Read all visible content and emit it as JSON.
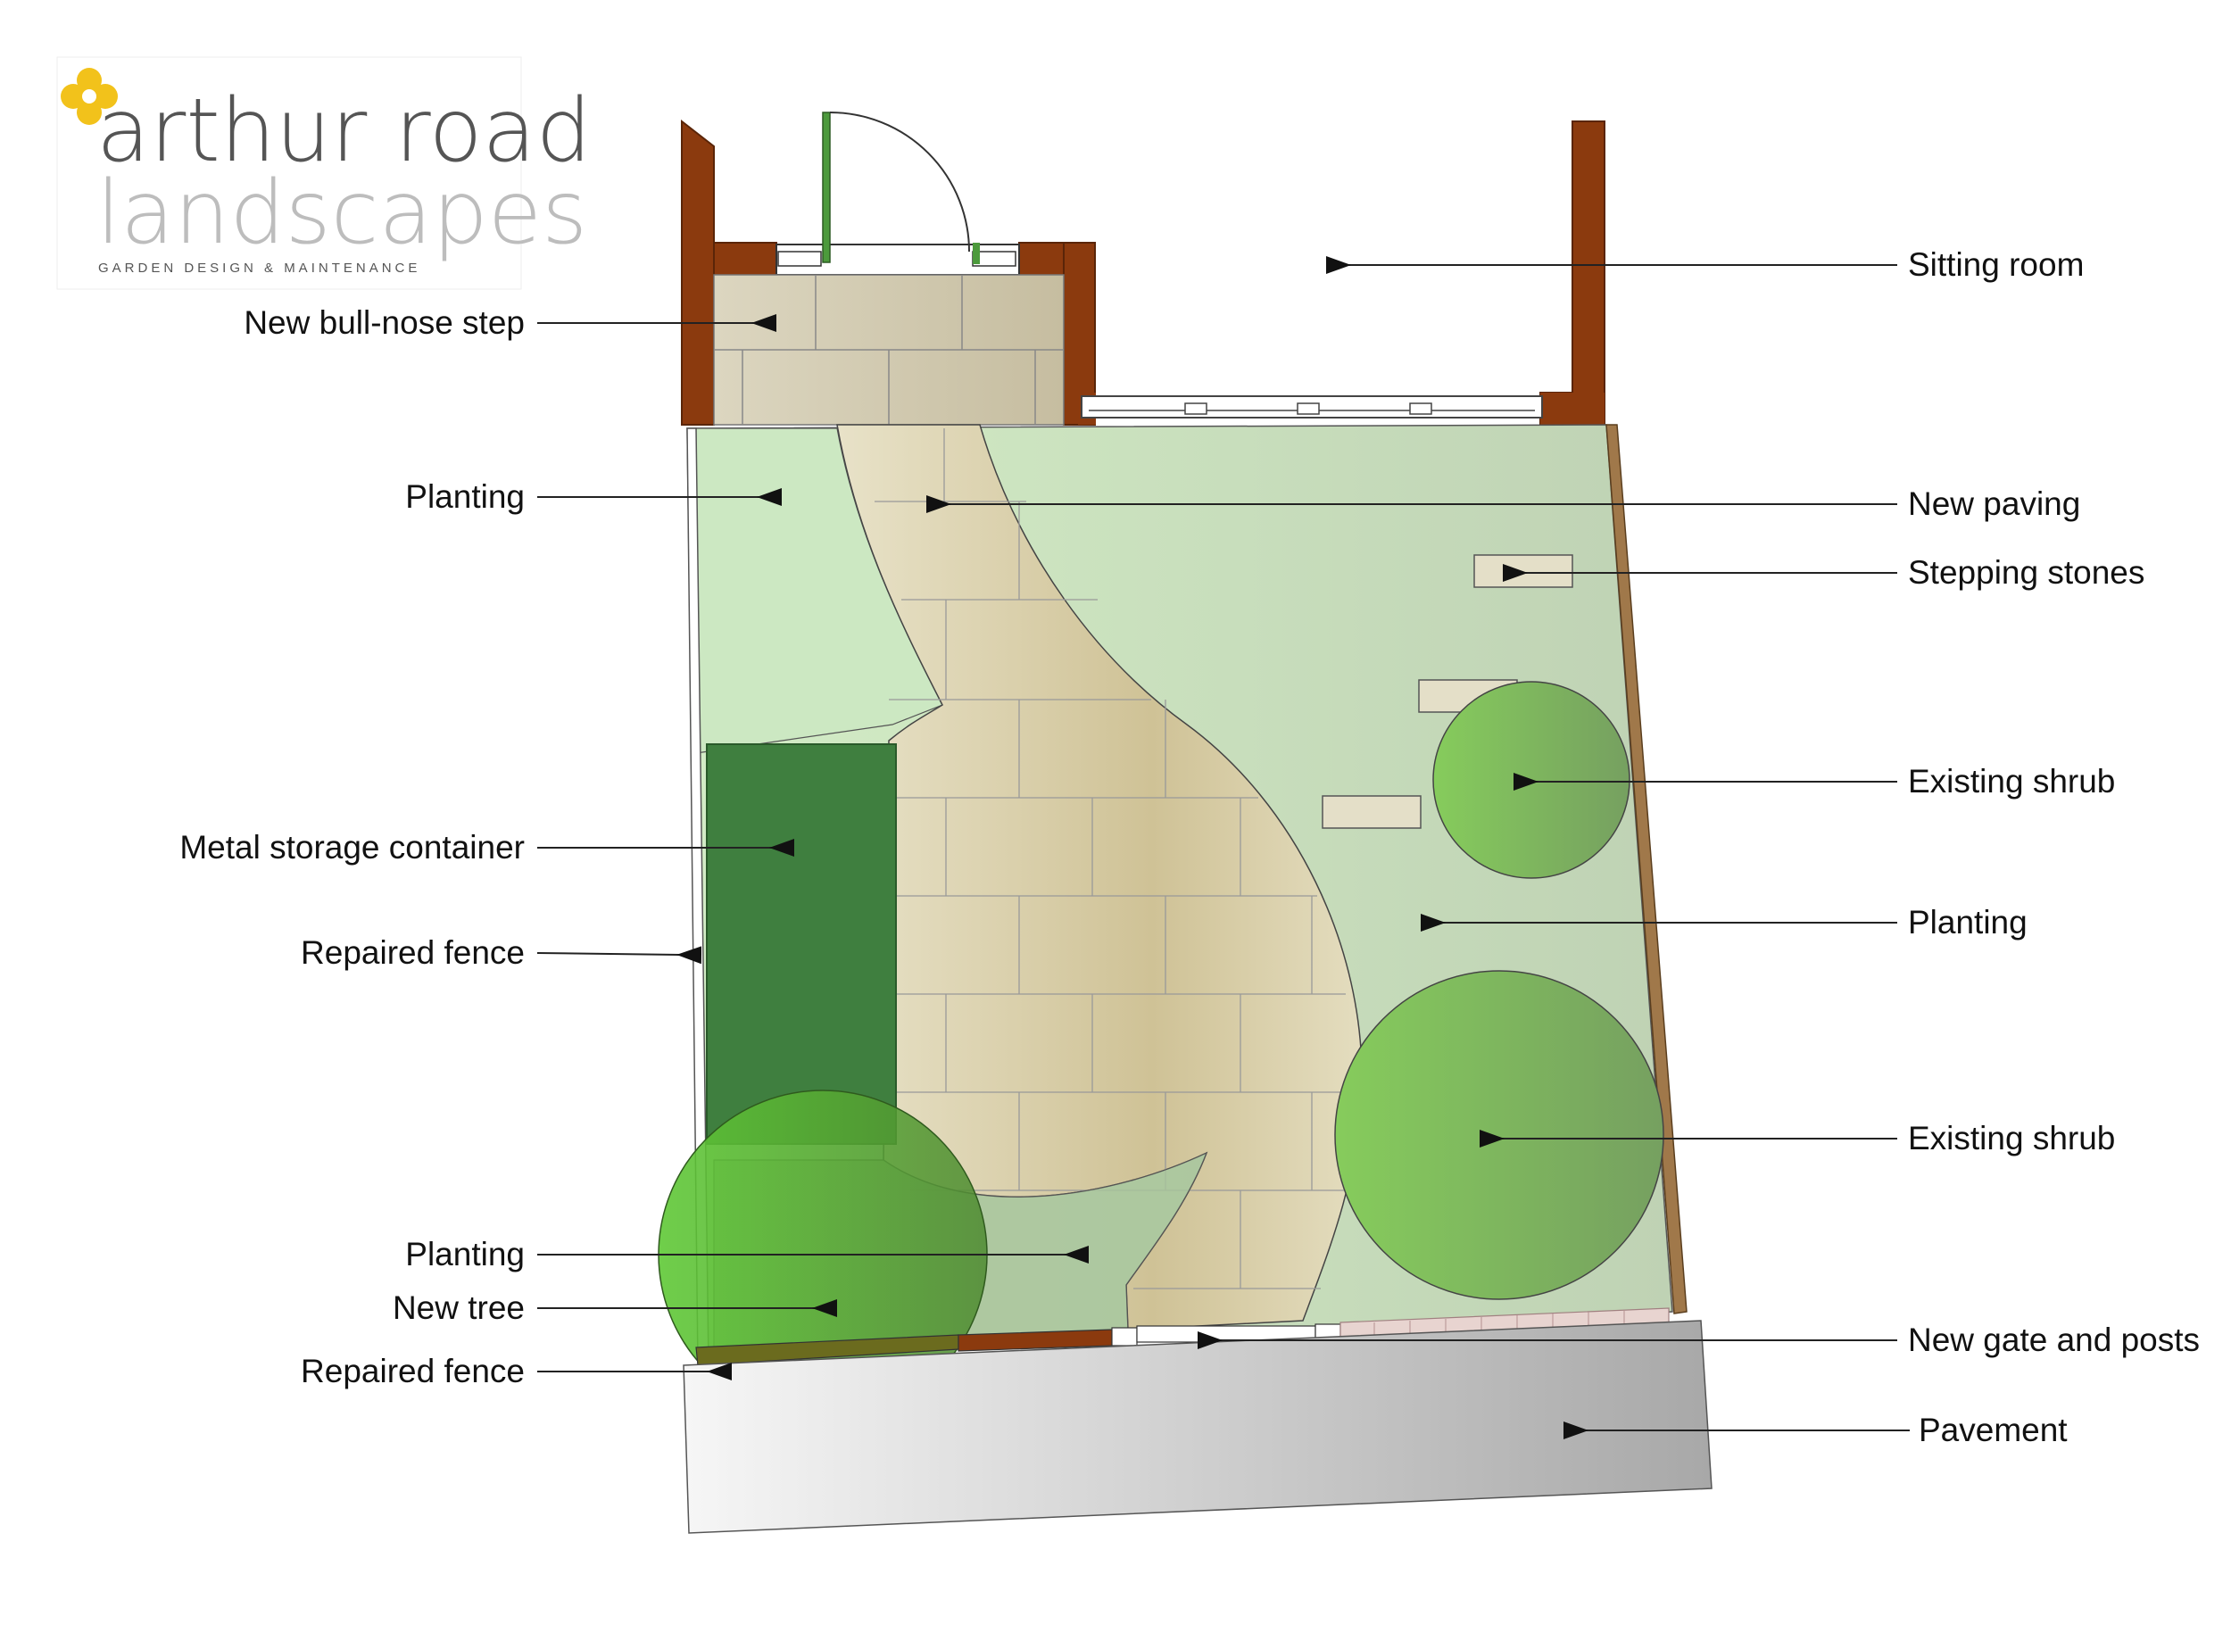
{
  "logo": {
    "line1": "arthur road",
    "line2": "landscapes",
    "tagline": "GARDEN DESIGN & MAINTENANCE",
    "flower_color": "#F2C21B"
  },
  "labels": {
    "sitting_room": "Sitting room",
    "bull_nose_step": "New bull-nose step",
    "planting_top_left": "Planting",
    "new_paving": "New paving",
    "stepping_stones": "Stepping stones",
    "existing_shrub_1": "Existing shrub",
    "metal_storage": "Metal storage container",
    "planting_right": "Planting",
    "repaired_fence_1": "Repaired fence",
    "existing_shrub_2": "Existing shrub",
    "planting_bottom": "Planting",
    "new_tree": "New tree",
    "new_gate": "New gate and posts",
    "repaired_fence_2": "Repaired fence",
    "pavement": "Pavement"
  },
  "colors": {
    "brick": "#8B3A0E",
    "paving": "#D8CFAE",
    "planting": "#C6DDBE",
    "shrub": "#7DB85E",
    "storage": "#3F7F3F",
    "pavement": "#C9C9C9",
    "fence": "#A0784A"
  }
}
